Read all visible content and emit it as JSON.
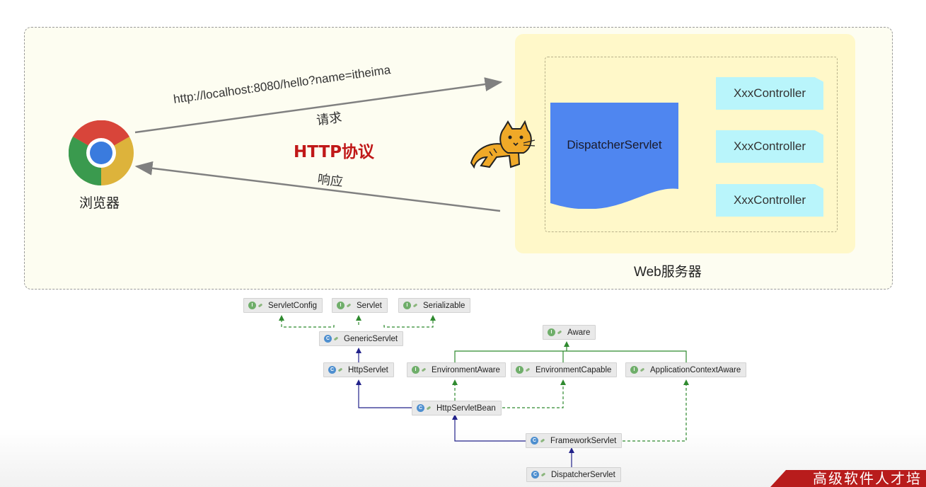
{
  "top": {
    "browser_label": "浏览器",
    "url": "http://localhost:8080/hello?name=itheima",
    "request_label": "请求",
    "protocol_label": "HTTP协议",
    "response_label": "响应",
    "dispatcher_label": "DispatcherServlet",
    "controllers": [
      "XxxController",
      "XxxController",
      "XxxController"
    ],
    "server_label": "Web服务器",
    "colors": {
      "protocol": "#c01818",
      "dispatcher_fill": "#4f86f0",
      "controller_fill": "#b9f5fb",
      "server_bg": "#fff8c9"
    },
    "icons": [
      "chrome-icon",
      "tomcat-icon"
    ]
  },
  "hierarchy": {
    "nodes": [
      {
        "label": "ServletConfig",
        "kind": "i"
      },
      {
        "label": "Servlet",
        "kind": "i"
      },
      {
        "label": "Serializable",
        "kind": "i"
      },
      {
        "label": "GenericServlet",
        "kind": "c"
      },
      {
        "label": "Aware",
        "kind": "i"
      },
      {
        "label": "HttpServlet",
        "kind": "c"
      },
      {
        "label": "EnvironmentAware",
        "kind": "i"
      },
      {
        "label": "EnvironmentCapable",
        "kind": "i"
      },
      {
        "label": "ApplicationContextAware",
        "kind": "i"
      },
      {
        "label": "HttpServletBean",
        "kind": "c"
      },
      {
        "label": "FrameworkServlet",
        "kind": "c"
      },
      {
        "label": "DispatcherServlet",
        "kind": "c"
      }
    ]
  },
  "watermark": "高级软件人才培"
}
